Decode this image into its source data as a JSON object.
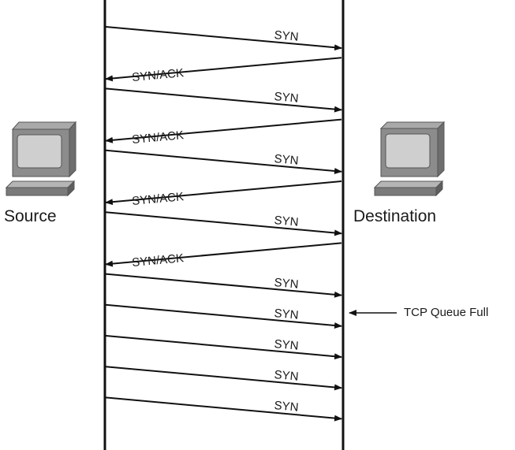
{
  "source": {
    "label": "Source",
    "icon": "computer-icon"
  },
  "destination": {
    "label": "Destination",
    "icon": "computer-icon"
  },
  "messages": [
    {
      "label": "SYN",
      "direction": "source-to-destination"
    },
    {
      "label": "SYN/ACK",
      "direction": "destination-to-source"
    },
    {
      "label": "SYN",
      "direction": "source-to-destination"
    },
    {
      "label": "SYN/ACK",
      "direction": "destination-to-source"
    },
    {
      "label": "SYN",
      "direction": "source-to-destination"
    },
    {
      "label": "SYN/ACK",
      "direction": "destination-to-source"
    },
    {
      "label": "SYN",
      "direction": "source-to-destination"
    },
    {
      "label": "SYN/ACK",
      "direction": "destination-to-source"
    },
    {
      "label": "SYN",
      "direction": "source-to-destination"
    },
    {
      "label": "SYN",
      "direction": "source-to-destination"
    },
    {
      "label": "SYN",
      "direction": "source-to-destination"
    },
    {
      "label": "SYN",
      "direction": "source-to-destination"
    },
    {
      "label": "SYN",
      "direction": "source-to-destination"
    }
  ],
  "annotation": {
    "label": "TCP Queue Full"
  },
  "colors": {
    "line": "#111111",
    "computer_frame": "#7f7f7f",
    "computer_screen": "#cfcfcf"
  }
}
